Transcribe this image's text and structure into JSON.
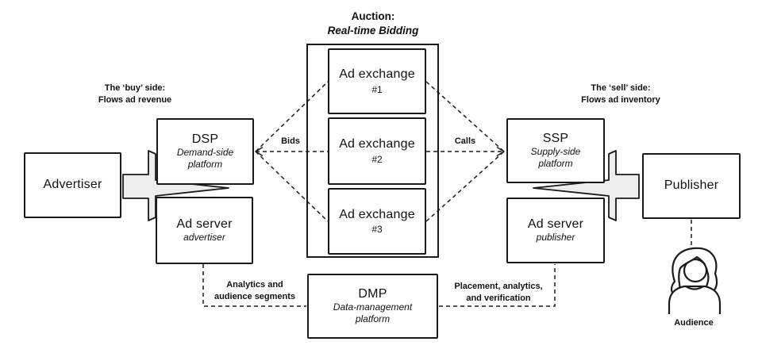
{
  "title": {
    "line1": "Auction:",
    "line2": "Real-time Bidding"
  },
  "sides": {
    "buy": {
      "line1": "The ‘buy’ side:",
      "line2": "Flows ad revenue"
    },
    "sell": {
      "line1": "The ‘sell’ side:",
      "line2": "Flows ad inventory"
    }
  },
  "edges": {
    "bids": "Bids",
    "calls": "Calls",
    "dmp_left": {
      "line1": "Analytics and",
      "line2": "audience segments"
    },
    "dmp_right": {
      "line1": "Placement, analytics,",
      "line2": "and verification"
    }
  },
  "boxes": {
    "advertiser": {
      "label": "Advertiser"
    },
    "dsp": {
      "label": "DSP",
      "sub1": "Demand-side",
      "sub2": "platform"
    },
    "ad_server_advertiser": {
      "label": "Ad server",
      "sub": "advertiser"
    },
    "exchanges": [
      {
        "label": "Ad exchange",
        "num": "#1"
      },
      {
        "label": "Ad exchange",
        "num": "#2"
      },
      {
        "label": "Ad exchange",
        "num": "#3"
      }
    ],
    "ssp": {
      "label": "SSP",
      "sub1": "Supply-side",
      "sub2": "platform"
    },
    "ad_server_publisher": {
      "label": "Ad server",
      "sub": "publisher"
    },
    "publisher": {
      "label": "Publisher"
    },
    "dmp": {
      "label": "DMP",
      "sub1": "Data-management",
      "sub2": "platform"
    }
  },
  "audience": {
    "label": "Audience"
  },
  "colors": {
    "stroke": "#1a1a1a",
    "arrow_fill": "#ededed",
    "background": "#ffffff"
  }
}
